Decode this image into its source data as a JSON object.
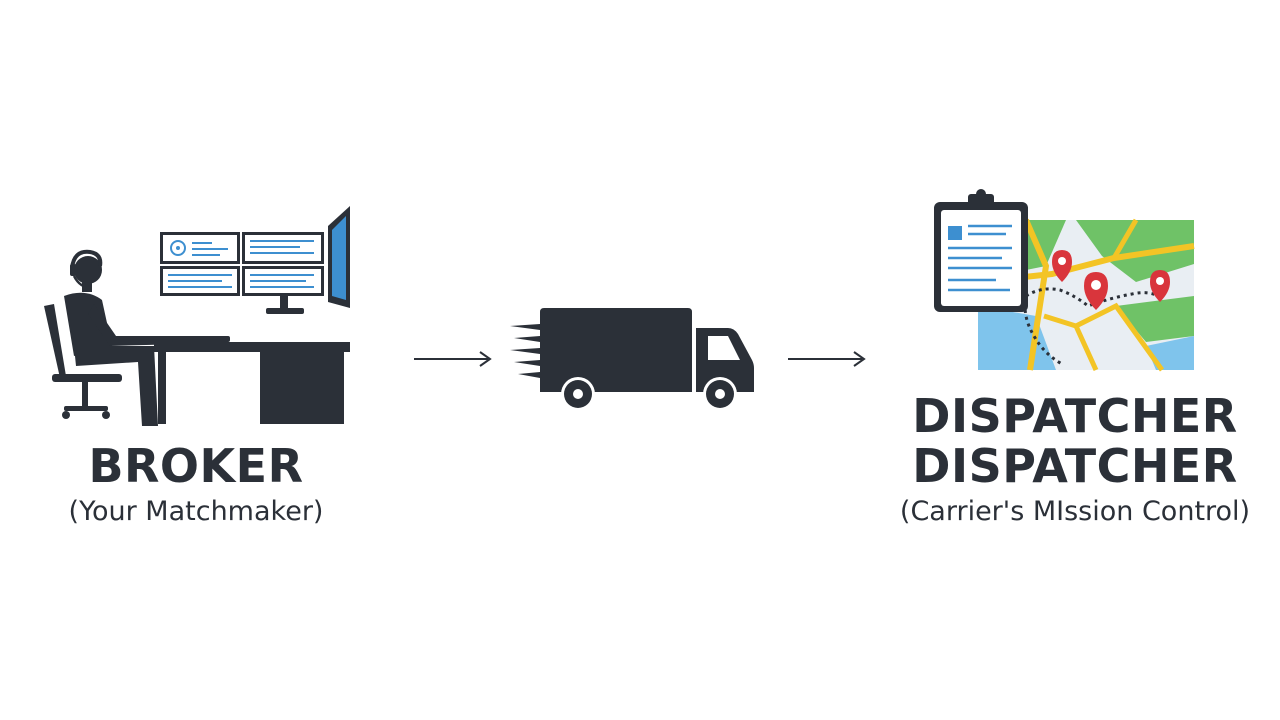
{
  "broker": {
    "title": "BROKER",
    "subtitle": "(Your Matchmaker)",
    "icon": "broker-at-desk-icon"
  },
  "carrier": {
    "icon": "delivery-truck-icon"
  },
  "dispatcher": {
    "title_line_1": "DISPATCHER",
    "title_line_2": "DISPATCHER",
    "subtitle": "(Carrier's MIssion Control)",
    "icon": "clipboard-and-route-map-icon"
  },
  "connectors": [
    {
      "from": "broker",
      "to": "carrier",
      "icon": "arrow-right-icon"
    },
    {
      "from": "carrier",
      "to": "dispatcher",
      "icon": "arrow-right-icon"
    }
  ],
  "colors": {
    "ink": "#2b3038",
    "monitor_blue": "#3d8fd0",
    "map_yellow": "#f3c425",
    "map_green": "#6fc267",
    "map_blue": "#7fc4ec",
    "pin_red": "#d9353c",
    "background": "#ffffff"
  }
}
